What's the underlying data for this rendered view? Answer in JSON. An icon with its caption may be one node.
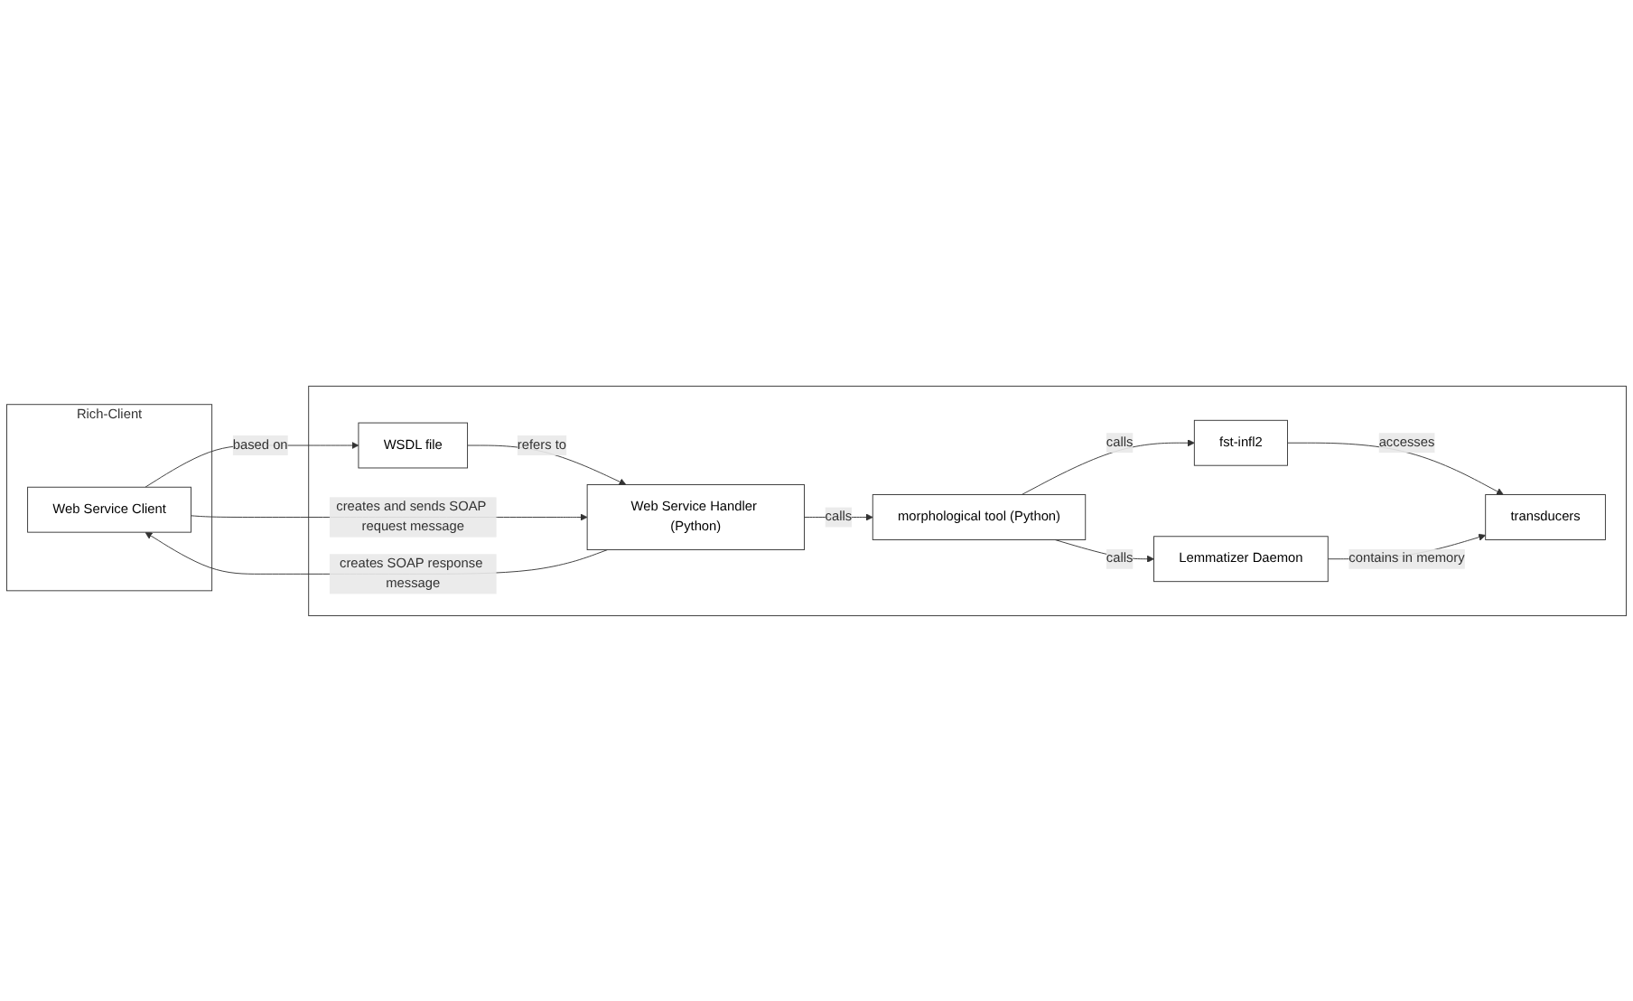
{
  "diagram": {
    "nodes": [
      {
        "text": [
          "Rich-Client"
        ]
      },
      {
        "text": [
          "Web Service Client"
        ],
        "in": 0
      },
      {
        "text": [],
        "shape": "box"
      },
      {
        "text": [
          "transducers"
        ],
        "in": 2
      },
      {
        "text": [
          "fst-infl2"
        ],
        "in": 2
      },
      {
        "text": [
          "Lemmatizer Daemon"
        ],
        "in": 2
      },
      {
        "text": [
          "WSDL file"
        ],
        "in": 2
      },
      {
        "text": [
          "morphological tool (Python)"
        ],
        "in": 2
      },
      {
        "text": [
          "Web Service Handler (Python)"
        ],
        "in": 2
      }
    ],
    "edges": [
      {
        "from": 4,
        "to": 3,
        "arrow": "to",
        "label": "accesses"
      },
      {
        "from": 5,
        "to": 3,
        "arrow": "to",
        "label": "contains in memory"
      },
      {
        "from": 7,
        "to": 4,
        "arrow": "to",
        "label": "calls"
      },
      {
        "from": 7,
        "to": 5,
        "arrow": "to",
        "label": "calls"
      },
      {
        "from": 1,
        "to": 6,
        "arrow": "to",
        "label": "based on"
      },
      {
        "from": 6,
        "to": 8,
        "arrow": "to",
        "label": "refers to"
      },
      {
        "from": 8,
        "to": 7,
        "arrow": "to",
        "label": "calls"
      },
      {
        "from": 1,
        "to": 8,
        "arrow": "to",
        "label": "creates and sends SOAP request message"
      },
      {
        "from": 8,
        "to": 1,
        "arrow": "to",
        "label": "creates SOAP response message"
      }
    ]
  }
}
